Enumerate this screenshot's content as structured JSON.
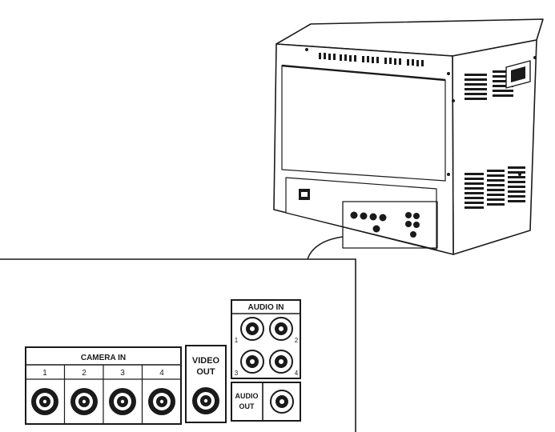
{
  "diagram": {
    "camera_in": {
      "title": "CAMERA IN",
      "ports": [
        "1",
        "2",
        "3",
        "4"
      ]
    },
    "video_out": {
      "label_line1": "VIDEO",
      "label_line2": "OUT"
    },
    "audio_in": {
      "title": "AUDIO IN",
      "ports": [
        "1",
        "2",
        "3",
        "4"
      ]
    },
    "audio_out": {
      "label_line1": "AUDIO",
      "label_line2": "OUT"
    }
  }
}
